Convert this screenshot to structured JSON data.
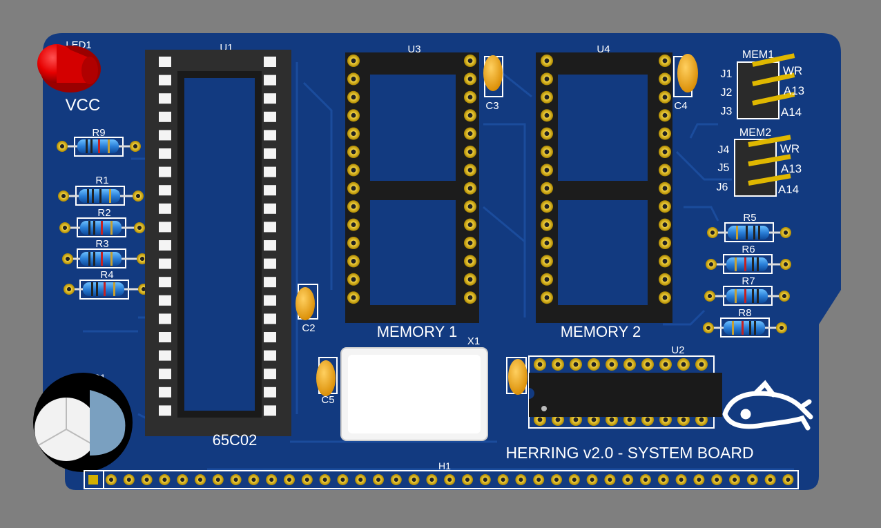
{
  "board": {
    "title": "HERRING v2.0 - SYSTEM BOARD",
    "colors": {
      "background": "#7f7f7f",
      "pcb": "#123a80",
      "trace": "#1b4a9a",
      "silk": "#ffffff",
      "pad": "#d4b000",
      "socket": "#2a2a2a",
      "led": "#e60000",
      "cap": "#f0a800"
    }
  },
  "led": {
    "ref": "LED1",
    "label": "VCC"
  },
  "resistors": [
    {
      "ref": "R9"
    },
    {
      "ref": "R1"
    },
    {
      "ref": "R2"
    },
    {
      "ref": "R3"
    },
    {
      "ref": "R4"
    },
    {
      "ref": "R5"
    },
    {
      "ref": "R6"
    },
    {
      "ref": "R7"
    },
    {
      "ref": "R8"
    }
  ],
  "chips": {
    "u1": {
      "ref": "U1",
      "label": "65C02"
    },
    "u3": {
      "ref": "U3",
      "label": "MEMORY 1"
    },
    "u4": {
      "ref": "U4",
      "label": "MEMORY 2"
    },
    "u2": {
      "ref": "U2"
    }
  },
  "capacitors": {
    "c1": "C1",
    "c2": "C2",
    "c3": "C3",
    "c4": "C4",
    "c5": "C5"
  },
  "crystal": {
    "ref": "X1"
  },
  "header": {
    "ref": "H1"
  },
  "jumpers": {
    "mem1": {
      "title": "MEM1",
      "rows": [
        {
          "ref": "J1",
          "signal": "WR"
        },
        {
          "ref": "J2",
          "signal": "A13"
        },
        {
          "ref": "J3",
          "signal": "A14"
        }
      ]
    },
    "mem2": {
      "title": "MEM2",
      "rows": [
        {
          "ref": "J4",
          "signal": "WR"
        },
        {
          "ref": "J5",
          "signal": "A13"
        },
        {
          "ref": "J6",
          "signal": "A14"
        }
      ]
    }
  },
  "logo": {
    "icon": "herring-fish-icon"
  }
}
